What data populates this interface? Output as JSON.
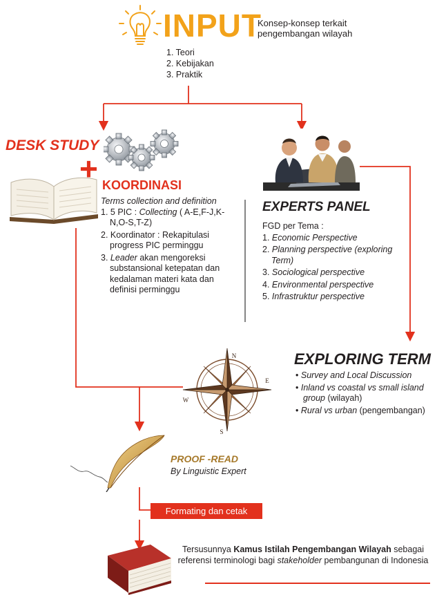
{
  "input": {
    "title": "INPUT",
    "description": "Konsep-konsep terkait pengembangan wilayah",
    "items": [
      "1. Teori",
      "2. Kebijakan",
      "3. Praktik"
    ]
  },
  "desk_study": {
    "title": "DESK STUDY",
    "plus": "+"
  },
  "koordinasi": {
    "title": "KOORDINASI",
    "heading": "Terms collection and definition",
    "items": [
      {
        "num": "1.",
        "pre": "5 PIC : ",
        "italic": "Collecting",
        "post": " ( A-E,F-J,K-N,O-S,T-Z)"
      },
      {
        "num": "2.",
        "pre": "Koordinator : Rekapitulasi progress PIC perminggu",
        "italic": "",
        "post": ""
      },
      {
        "num": "3.",
        "pre": "",
        "italic": "Leader",
        "post": " akan mengoreksi substansional ketepatan dan kedalaman materi kata dan definisi perminggu"
      }
    ]
  },
  "experts": {
    "title": "EXPERTS PANEL",
    "heading": "FGD per Tema :",
    "items": [
      {
        "num": "1.",
        "text": "Economic Perspective"
      },
      {
        "num": "2.",
        "text": "Planning perspective (exploring Term)"
      },
      {
        "num": "3.",
        "text": "Sociological perspective"
      },
      {
        "num": "4.",
        "text": "Environmental perspective"
      },
      {
        "num": "5.",
        "text": "Infrastruktur perspective"
      }
    ]
  },
  "exploring": {
    "title": "EXPLORING TERM",
    "items": [
      {
        "italic": "Survey and Local Discussion",
        "normal": ""
      },
      {
        "italic": "Inland vs coastal vs small island group",
        "normal": " (wilayah)"
      },
      {
        "italic": "Rural vs urban",
        "normal": " (pengembangan)"
      }
    ]
  },
  "compass": {
    "n": "N",
    "s": "S",
    "e": "E",
    "w": "W"
  },
  "proof": {
    "title": "PROOF -READ",
    "subtitle": "By Linguistic Expert"
  },
  "formating": {
    "label": "Formating dan cetak"
  },
  "result": {
    "pre": "Tersusunnya ",
    "bold": "Kamus Istilah Pengembangan Wilayah",
    "mid": " sebagai referensi terminologi bagi ",
    "italic": "stakeholder",
    "post": " pembangunan di Indonesia"
  },
  "colors": {
    "accent_red": "#e2311d",
    "input_yellow": "#f2a21a",
    "proof_gold": "#a6792a"
  },
  "icons": [
    "lightbulb-icon",
    "book-icon",
    "gears-icon",
    "experts-photo",
    "compass-icon",
    "quill-icon",
    "closed-book-icon"
  ]
}
